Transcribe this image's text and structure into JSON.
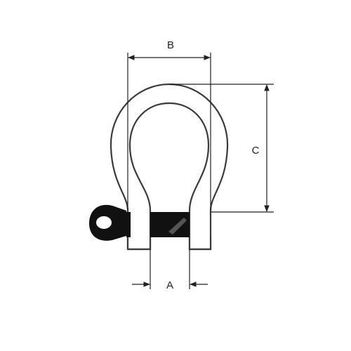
{
  "diagram": {
    "dimensions": {
      "b_label": "B",
      "c_label": "C",
      "a_label": "A"
    }
  },
  "colors": {
    "outline": "#3a3a3a",
    "pin": "#111111",
    "background": "#ffffff"
  }
}
